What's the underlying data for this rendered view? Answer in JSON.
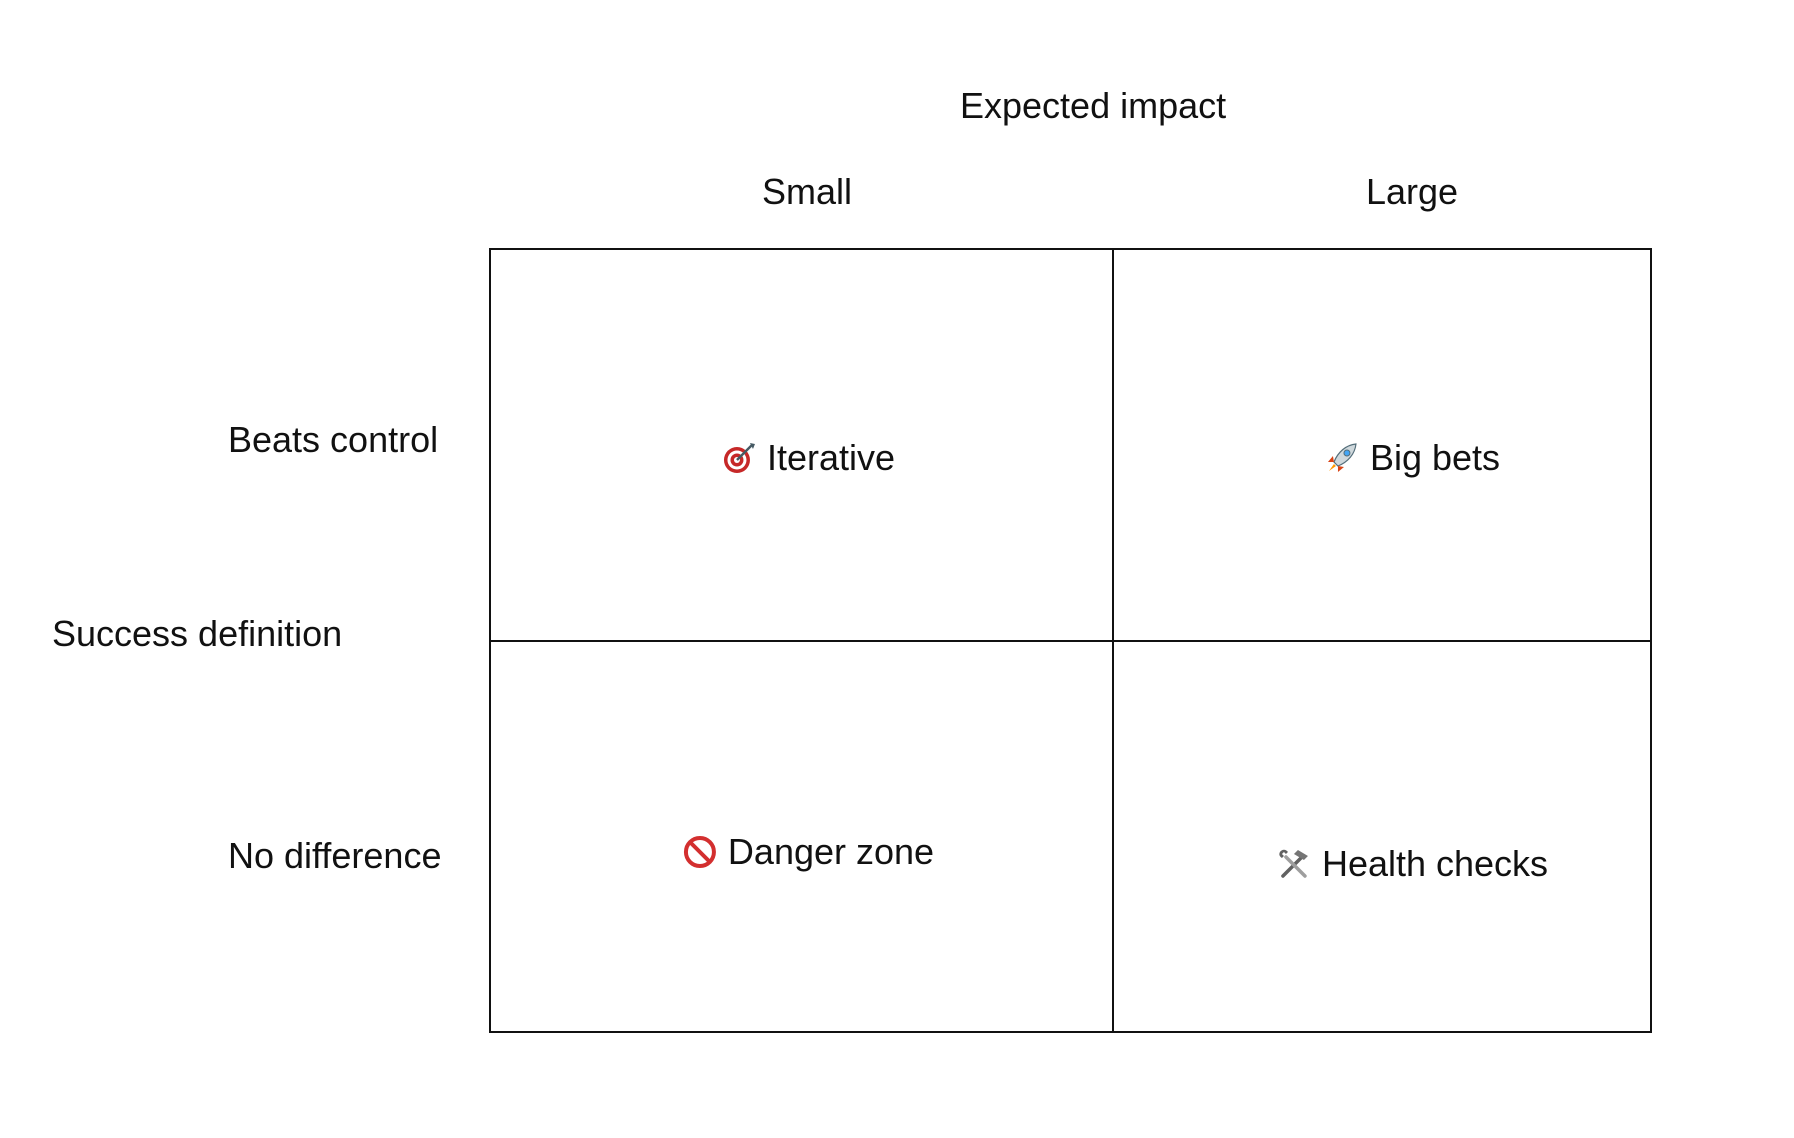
{
  "axes": {
    "x_title": "Expected impact",
    "y_title": "Success definition",
    "columns": [
      "Small",
      "Large"
    ],
    "rows": [
      "Beats control",
      "No difference"
    ]
  },
  "quadrants": [
    {
      "label": "Iterative",
      "icon": "target-icon"
    },
    {
      "label": "Big bets",
      "icon": "rocket-icon"
    },
    {
      "label": "Danger zone",
      "icon": "prohibited-icon"
    },
    {
      "label": "Health checks",
      "icon": "tools-icon"
    }
  ],
  "colors": {
    "line": "#111111",
    "target": "#c62828",
    "rocket": "#d84315",
    "prohibited": "#d32f2f",
    "tools": "#616161"
  }
}
